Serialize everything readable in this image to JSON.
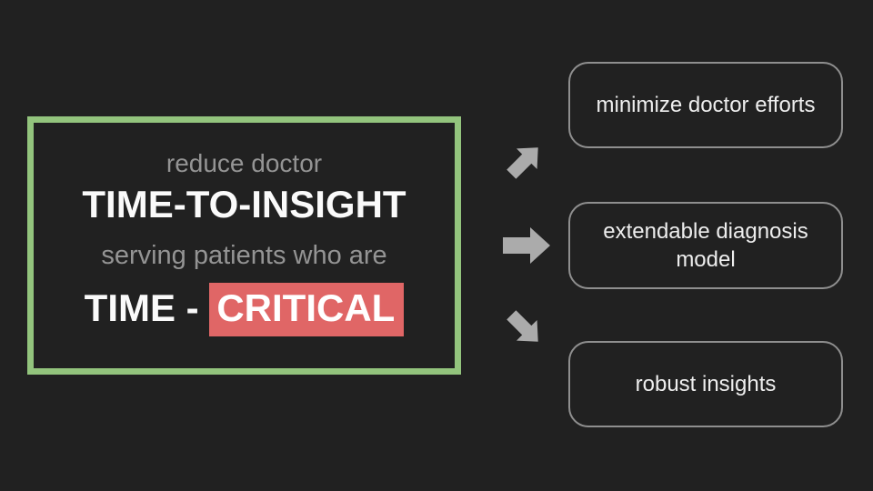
{
  "slide": {
    "background_color": "#212121"
  },
  "statement_box": {
    "border_color": "#93c47d",
    "line1": "reduce doctor",
    "line2": "TIME-TO-INSIGHT",
    "line3": "serving patients who are",
    "line4_prefix": "TIME - ",
    "line4_highlight": "CRITICAL",
    "highlight_color": "#e06666"
  },
  "arrows": [
    {
      "icon": "arrow-up-right-icon",
      "direction": "up-right",
      "color": "#ababab"
    },
    {
      "icon": "arrow-right-icon",
      "direction": "right",
      "color": "#ababab"
    },
    {
      "icon": "arrow-down-right-icon",
      "direction": "down-right",
      "color": "#ababab"
    }
  ],
  "outcome_boxes": [
    {
      "label": "minimize doctor efforts"
    },
    {
      "label": "extendable diagnosis model"
    },
    {
      "label": "robust insights"
    }
  ]
}
